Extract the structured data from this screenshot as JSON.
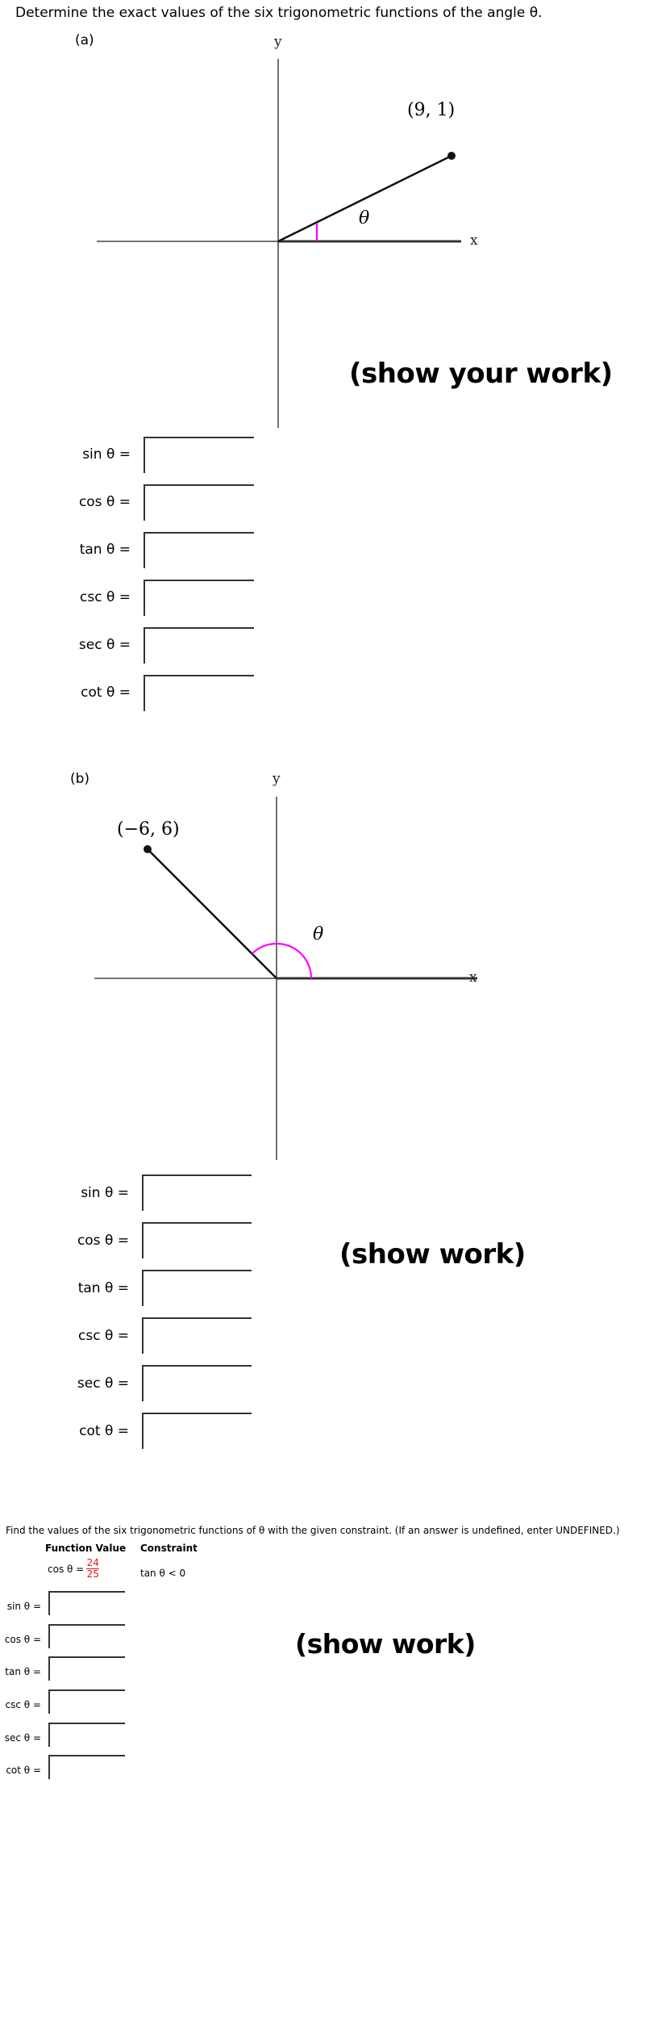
{
  "instruction": "Determine the exact values of the six trigonometric functions of the angle θ.",
  "part_a": {
    "label": "(a)",
    "axis_y": "y",
    "axis_x": "x",
    "point_label": "(9, 1)",
    "angle_label": "θ",
    "show_work": "(show your work)",
    "rows": [
      {
        "label": "sin θ =",
        "value": ""
      },
      {
        "label": "cos θ =",
        "value": ""
      },
      {
        "label": "tan θ =",
        "value": ""
      },
      {
        "label": "csc θ =",
        "value": ""
      },
      {
        "label": "sec θ =",
        "value": ""
      },
      {
        "label": "cot θ =",
        "value": ""
      }
    ]
  },
  "part_b": {
    "label": "(b)",
    "axis_y": "y",
    "axis_x": "x",
    "point_label": "(−6, 6)",
    "angle_label": "θ",
    "show_work": "(show work)",
    "rows": [
      {
        "label": "sin θ =",
        "value": ""
      },
      {
        "label": "cos θ =",
        "value": ""
      },
      {
        "label": "tan θ =",
        "value": ""
      },
      {
        "label": "csc θ =",
        "value": ""
      },
      {
        "label": "sec θ =",
        "value": ""
      },
      {
        "label": "cot θ =",
        "value": ""
      }
    ]
  },
  "part_c": {
    "instruction": "Find the values of the six trigonometric functions of θ with the given constraint. (If an answer is undefined, enter UNDEFINED.)",
    "header_function_value": "Function Value",
    "header_constraint": "Constraint",
    "given_label": "cos θ =",
    "given_numerator": "24",
    "given_denominator": "25",
    "constraint": "tan θ < 0",
    "show_work": "(show work)",
    "rows": [
      {
        "label": "sin θ =",
        "value": ""
      },
      {
        "label": "cos θ =",
        "value": ""
      },
      {
        "label": "tan θ =",
        "value": ""
      },
      {
        "label": "csc θ =",
        "value": ""
      },
      {
        "label": "sec θ =",
        "value": ""
      },
      {
        "label": "cot θ =",
        "value": ""
      }
    ]
  },
  "colors": {
    "angle_arc": "#ff00ff",
    "given_fraction": "#e8161b"
  }
}
